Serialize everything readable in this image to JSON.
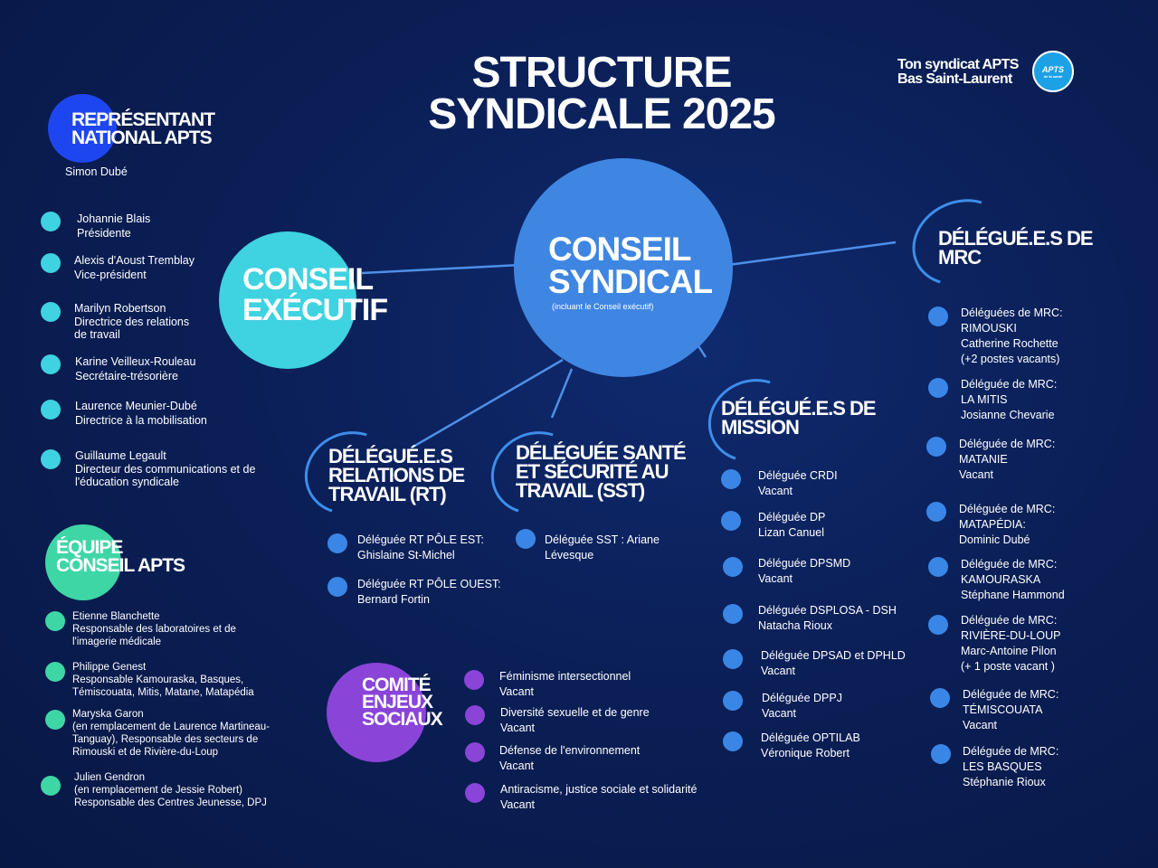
{
  "title": {
    "line1": "STRUCTURE",
    "line2": "SYNDICALE 2025"
  },
  "brand": {
    "line1": "Ton syndicat APTS",
    "line2": "Bas Saint-Laurent",
    "logo_text": "APTS",
    "logo_sub": "de la santé"
  },
  "national": {
    "heading_line1": "REPRÉSENTANT",
    "heading_line2": "NATIONAL APTS",
    "name": "Simon Dubé"
  },
  "conseil_executif": {
    "heading_line1": "CONSEIL",
    "heading_line2": "EXÉCUTIF",
    "members": [
      {
        "name": "Johannie Blais",
        "role": "Présidente"
      },
      {
        "name": "Alexis d'Aoust Tremblay",
        "role": "Vice-président"
      },
      {
        "name": "Marilyn Robertson",
        "role": "Directrice des relations",
        "role2": "de travail"
      },
      {
        "name": "Karine Veilleux-Rouleau",
        "role": "Secrétaire-trésorière"
      },
      {
        "name": "Laurence Meunier-Dubé",
        "role": "Directrice à la mobilisation"
      },
      {
        "name": "Guillaume Legault",
        "role": "Directeur des communications et de",
        "role2": "l'éducation syndicale"
      }
    ]
  },
  "conseil_syndical": {
    "heading_line1": "CONSEIL",
    "heading_line2": "SYNDICAL",
    "note": "(incluant le Conseil exécutif)"
  },
  "equipe": {
    "heading_line1": "ÉQUIPE",
    "heading_line2": "CONSEIL APTS",
    "members": [
      {
        "l1": "Etienne Blanchette",
        "l2": "Responsable des laboratoires et de",
        "l3": "l'imagerie médicale",
        "l4": ""
      },
      {
        "l1": "Philippe Genest",
        "l2": "Responsable Kamouraska, Basques,",
        "l3": "Témiscouata, Mitis, Matane, Matapédia",
        "l4": ""
      },
      {
        "l1": "Maryska Garon",
        "l2": "(en remplacement de Laurence Martineau-",
        "l3": "Tanguay), Responsable des secteurs de",
        "l4": "Rimouski et de Rivière-du-Loup"
      },
      {
        "l1": "Julien Gendron",
        "l2": "(en remplacement de Jessie Robert)",
        "l3": "Responsable des Centres Jeunesse, DPJ",
        "l4": ""
      }
    ]
  },
  "rt": {
    "heading_line1": "DÉLÉGUÉ.E.S",
    "heading_line2": "RELATIONS DE",
    "heading_line3": "TRAVAIL (RT)",
    "items": [
      {
        "l1": "Déléguée RT PÔLE EST:",
        "l2": "Ghislaine St-Michel"
      },
      {
        "l1": "Déléguée RT PÔLE OUEST:",
        "l2": "Bernard Fortin"
      }
    ]
  },
  "sst": {
    "heading_line1": "DÉLÉGUÉE SANTÉ",
    "heading_line2": "ET SÉCURITÉ AU",
    "heading_line3": "TRAVAIL (SST)",
    "items": [
      {
        "l1": "Déléguée SST : Ariane",
        "l2": "Lévesque"
      }
    ]
  },
  "comite": {
    "heading_line1": "COMITÉ",
    "heading_line2": "ENJEUX",
    "heading_line3": "SOCIAUX",
    "items": [
      {
        "l1": "Féminisme intersectionnel",
        "l2": "Vacant"
      },
      {
        "l1": "Diversité sexuelle et de genre",
        "l2": "Vacant"
      },
      {
        "l1": "Défense de l'environnement",
        "l2": "Vacant"
      },
      {
        "l1": "Antiracisme, justice sociale et solidarité",
        "l2": "Vacant"
      }
    ]
  },
  "mission": {
    "heading_line1": "DÉLÉGUÉ.E.S DE",
    "heading_line2": "MISSION",
    "items": [
      {
        "l1": "Déléguée CRDI",
        "l2": "Vacant"
      },
      {
        "l1": "Déléguée DP",
        "l2": "Lizan Canuel"
      },
      {
        "l1": "Déléguée DPSMD",
        "l2": "Vacant"
      },
      {
        "l1": "Déléguée DSPLOSA - DSH",
        "l2": "Natacha Rioux"
      },
      {
        "l1": "Déléguée DPSAD et DPHLD",
        "l2": "Vacant"
      },
      {
        "l1": "Déléguée DPPJ",
        "l2": "Vacant"
      },
      {
        "l1": "Déléguée OPTILAB",
        "l2": "Véronique Robert"
      }
    ]
  },
  "mrc": {
    "heading_line1": "DÉLÉGUÉ.E.S DE",
    "heading_line2": "MRC",
    "items": [
      {
        "l1": "Déléguées de MRC:",
        "l2": "RIMOUSKI",
        "l3": "Catherine Rochette",
        "l4": "(+2 postes vacants)"
      },
      {
        "l1": "Déléguée de MRC:",
        "l2": "LA MITIS",
        "l3": "Josianne Chevarie",
        "l4": ""
      },
      {
        "l1": "Déléguée de MRC:",
        "l2": "MATANIE",
        "l3": "Vacant",
        "l4": ""
      },
      {
        "l1": "Déléguée de MRC:",
        "l2": "MATAPÉDIA:",
        "l3": "Dominic Dubé",
        "l4": ""
      },
      {
        "l1": "Déléguée de MRC:",
        "l2": "KAMOURASKA",
        "l3": "Stéphane Hammond",
        "l4": ""
      },
      {
        "l1": "Déléguée de MRC:",
        "l2": "RIVIÈRE-DU-LOUP",
        "l3": "Marc-Antoine Pilon",
        "l4": "(+ 1 poste vacant )"
      },
      {
        "l1": "Déléguée de MRC:",
        "l2": "TÉMISCOUATA",
        "l3": "Vacant",
        "l4": ""
      },
      {
        "l1": "Déléguée de MRC:",
        "l2": "LES BASQUES",
        "l3": "Stéphanie Rioux",
        "l4": ""
      }
    ]
  },
  "colors": {
    "cyan": "#3fd2e0",
    "green": "#3fd6a6",
    "blue_dot": "#3a86e6",
    "purple": "#8a44d8",
    "big_blue": "#3f86e2",
    "national_blue": "#1e46f0"
  }
}
